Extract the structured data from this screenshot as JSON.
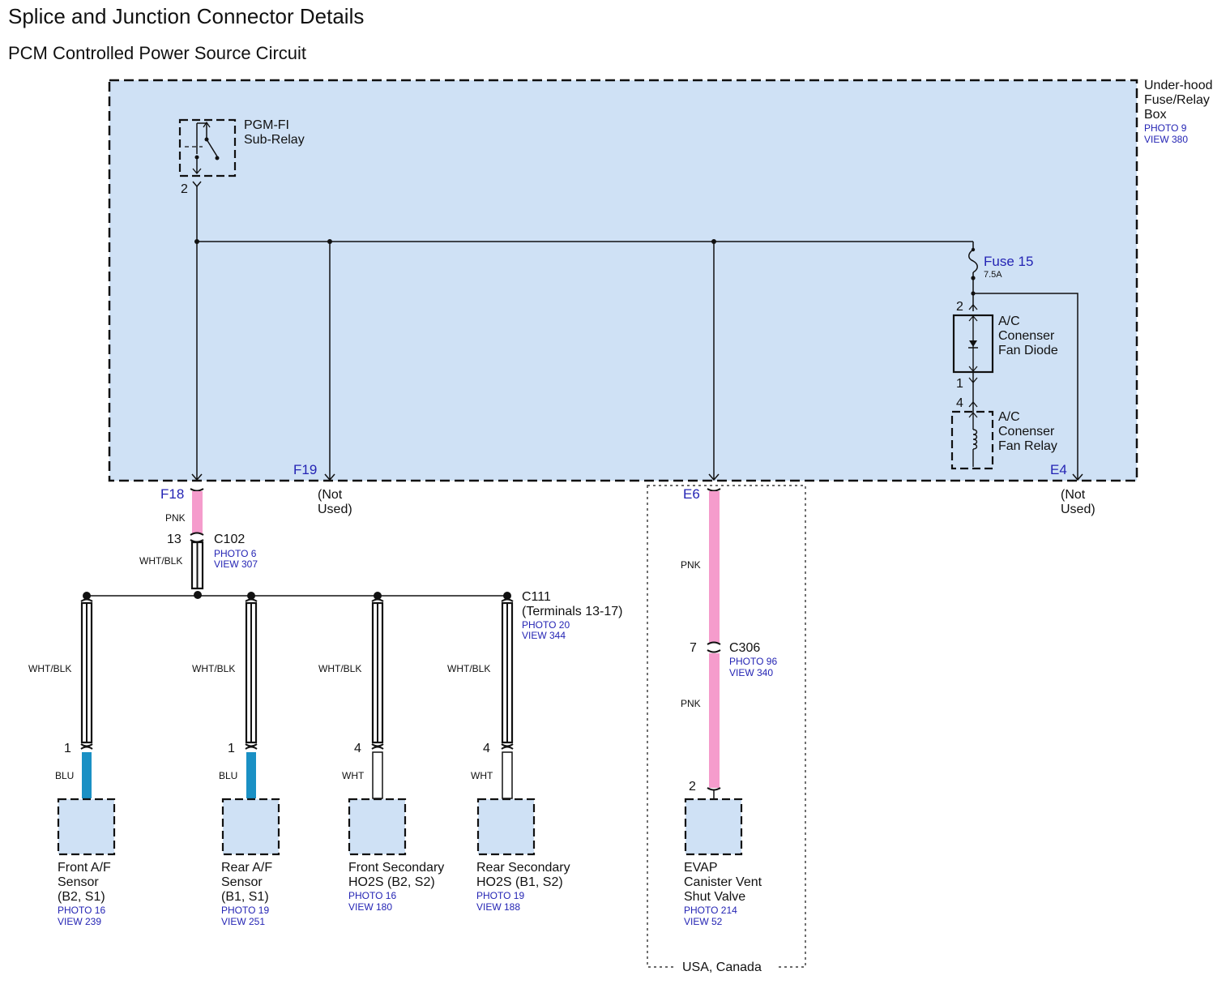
{
  "title": "Splice and Junction Connector Details",
  "subtitle": "PCM Controlled Power Source Circuit",
  "colors": {
    "box_fill": "#cfe1f5",
    "pink_wire": "#f59ccc",
    "blue_wire": "#1a90c4",
    "label_blue": "#2424b4",
    "line": "#111111"
  },
  "fuse_box": {
    "name": [
      "Under-hood",
      "Fuse/Relay",
      "Box"
    ],
    "photo": "PHOTO 9",
    "view": "VIEW 380"
  },
  "relay": {
    "name": [
      "PGM-FI",
      "Sub-Relay"
    ],
    "pin": "2"
  },
  "fuse": {
    "name": "Fuse 15",
    "rating": "7.5A"
  },
  "diode": {
    "name": [
      "A/C",
      "Conenser",
      "Fan Diode"
    ],
    "pin_top": "2",
    "pin_bottom": "1"
  },
  "fan_relay": {
    "name": [
      "A/C",
      "Conenser",
      "Fan Relay"
    ],
    "pin": "4"
  },
  "terminals": {
    "f18": "F18",
    "f19": "F19",
    "e6": "E6",
    "e4": "E4",
    "not_used": [
      "(Not",
      "Used)"
    ]
  },
  "c102": {
    "name": "C102",
    "pin": "13",
    "photo": "PHOTO 6",
    "view": "VIEW 307"
  },
  "c111": {
    "name": "C111",
    "note": "(Terminals 13-17)",
    "photo": "PHOTO 20",
    "view": "VIEW 344"
  },
  "c306": {
    "name": "C306",
    "pin": "7",
    "photo": "PHOTO 96",
    "view": "VIEW 340"
  },
  "wire_colors": {
    "pnk": "PNK",
    "wht_blk": "WHT/BLK",
    "blu": "BLU",
    "wht": "WHT"
  },
  "components": [
    {
      "name": [
        "Front A/F",
        "Sensor",
        "(B2, S1)"
      ],
      "photo": "PHOTO 16",
      "view": "VIEW 239",
      "pin": "1"
    },
    {
      "name": [
        "Rear A/F",
        "Sensor",
        "(B1, S1)"
      ],
      "photo": "PHOTO 19",
      "view": "VIEW 251",
      "pin": "1"
    },
    {
      "name": [
        "Front Secondary",
        "HO2S (B2, S2)"
      ],
      "photo": "PHOTO 16",
      "view": "VIEW 180",
      "pin": "4"
    },
    {
      "name": [
        "Rear Secondary",
        "HO2S (B1, S2)"
      ],
      "photo": "PHOTO 19",
      "view": "VIEW 188",
      "pin": "4"
    },
    {
      "name": [
        "EVAP",
        "Canister Vent",
        "Shut Valve"
      ],
      "photo": "PHOTO 214",
      "view": "VIEW 52",
      "pin": "2"
    }
  ],
  "region_label": "USA, Canada"
}
